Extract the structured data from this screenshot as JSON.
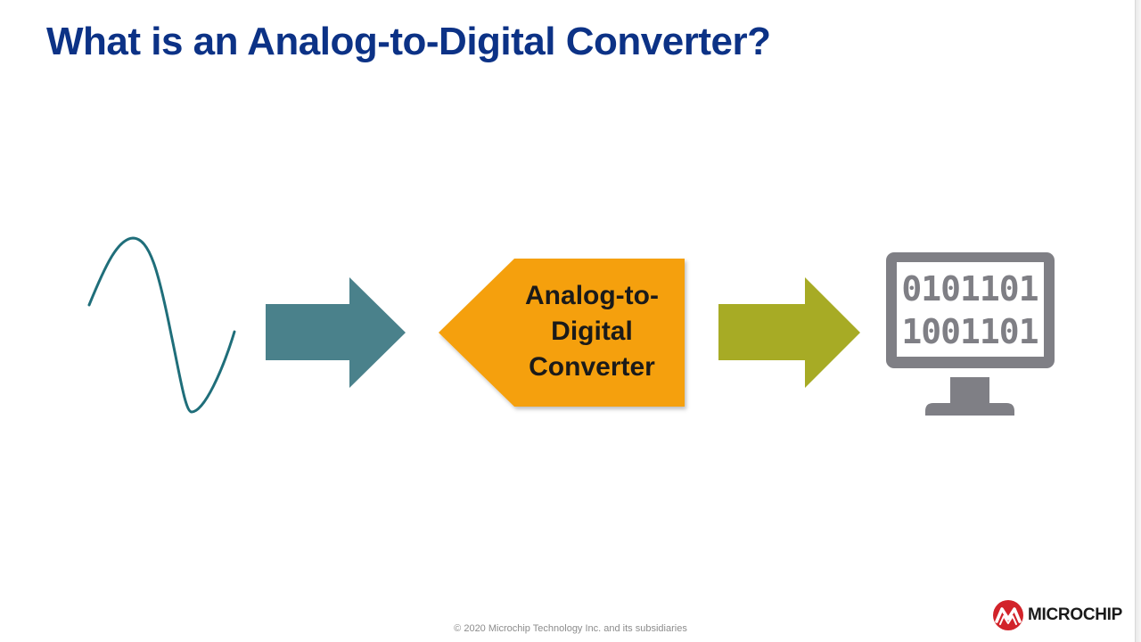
{
  "slide": {
    "title": "What is an Analog-to-Digital Converter?",
    "footer": "© 2020 Microchip Technology Inc. and its subsidiaries",
    "logo_text": "MICROCHIP"
  },
  "diagram": {
    "converter_label": "Analog-to-Digital Converter",
    "converter_label_lines": [
      "Analog-to-",
      "Digital",
      "Converter"
    ],
    "digital_output_lines": [
      "0101101",
      "1001101"
    ]
  },
  "colors": {
    "title": "#0c3286",
    "wave": "#1f6e7a",
    "input_arrow": "#4a818b",
    "converter": "#f5a00f",
    "output_arrow": "#a7ab25",
    "monitor": "#7f7f85",
    "logo_red": "#d2232a"
  },
  "icons": {
    "input": "sine-wave-icon",
    "output": "computer-monitor-icon",
    "logo": "microchip-logo-icon"
  }
}
